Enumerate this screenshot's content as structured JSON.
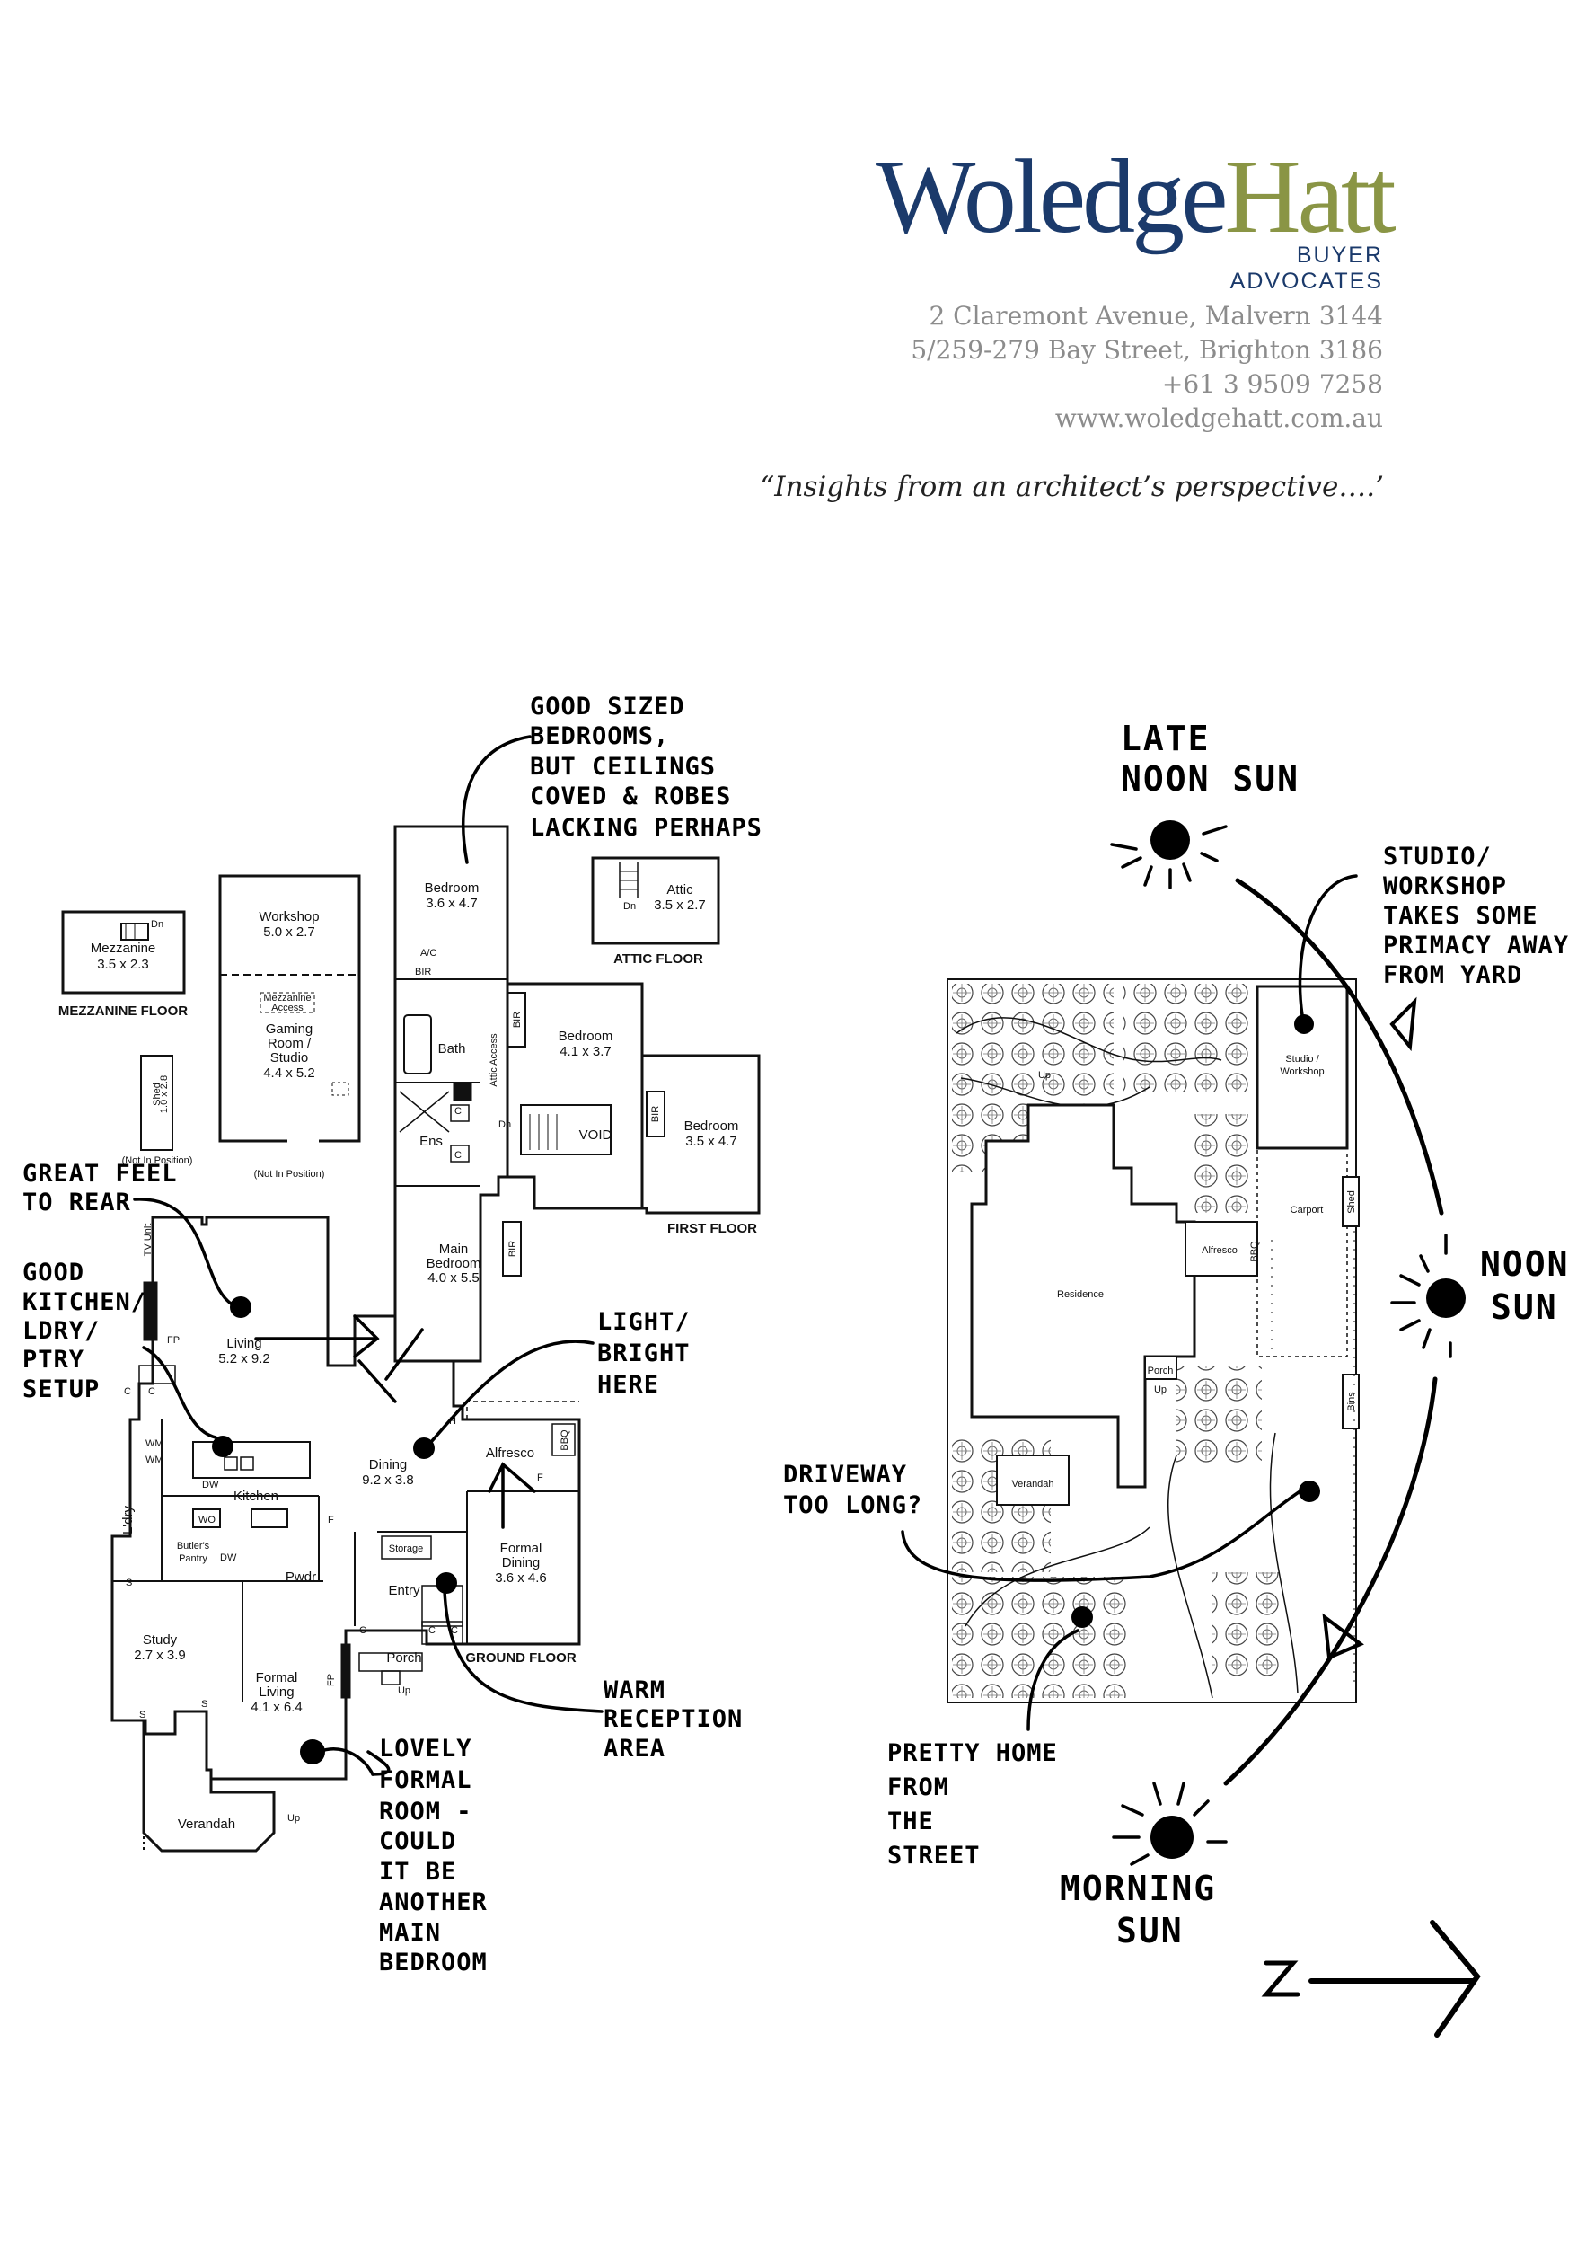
{
  "header": {
    "logo_part1": "Woledge",
    "logo_part2": "Hatt",
    "logo_sub": "BUYER ADVOCATES",
    "address1": "2 Claremont Avenue, Malvern 3144",
    "address2": "5/259-279 Bay Street, Brighton 3186",
    "phone": "+61 3 9509 7258",
    "website": "www.woledgehatt.com.au",
    "tagline": "“Insights from an architect’s perspective….’",
    "colors": {
      "navy": "#1b3a6b",
      "olive": "#8a9545",
      "grey": "#8c8c8c"
    }
  },
  "floorplan": {
    "floor_labels": {
      "mezzanine": "MEZZANINE FLOOR",
      "attic": "ATTIC FLOOR",
      "first": "FIRST FLOOR",
      "ground": "GROUND FLOOR"
    },
    "rooms": {
      "mezzanine": {
        "name": "Mezzanine",
        "size": "3.5 x 2.3"
      },
      "workshop": {
        "name": "Workshop",
        "size": "5.0 x 2.7"
      },
      "gaming_line1": "Gaming",
      "gaming_line2": "Room /",
      "gaming_line3": "Studio",
      "gaming_size": "4.4 x 5.2",
      "mezz_access1": "Mezzanine",
      "mezz_access2": "Access",
      "shed": {
        "name": "Shed",
        "size": "1.0 x 2.8"
      },
      "not_in_position": "(Not In Position)",
      "bedroom1": {
        "name": "Bedroom",
        "size": "3.6 x 4.7"
      },
      "bedroom2": {
        "name": "Bedroom",
        "size": "4.1 x 3.7"
      },
      "bedroom3": {
        "name": "Bedroom",
        "size": "3.5 x 4.7"
      },
      "attic": {
        "name": "Attic",
        "size": "3.5 x 2.7"
      },
      "main_bedroom1": "Main",
      "main_bedroom2": "Bedroom",
      "main_bedroom_size": "4.0 x 5.5",
      "bath": "Bath",
      "ens": "Ens",
      "void": "VOID",
      "bir": "BIR",
      "ac": "A/C",
      "attic_access": "Attic Access",
      "living": {
        "name": "Living",
        "size": "5.2 x 9.2"
      },
      "kitchen": "Kitchen",
      "dining": {
        "name": "Dining",
        "size": "9.2 x 3.8"
      },
      "alfresco": "Alfresco",
      "bbq": "BBQ",
      "formal_dining1": "Formal",
      "formal_dining2": "Dining",
      "formal_dining_size": "3.6 x 4.6",
      "ldry": "L'dry",
      "butlers1": "Butler's",
      "butlers2": "Pantry",
      "pwdr": "Pwdr",
      "storage": "Storage",
      "entry": "Entry",
      "study": {
        "name": "Study",
        "size": "2.7 x 3.9"
      },
      "formal_living1": "Formal",
      "formal_living2": "Living",
      "formal_living_size": "4.1 x 6.4",
      "porch": "Porch",
      "verandah": "Verandah",
      "up": "Up",
      "dn": "Dn",
      "tv_unit": "TV Unit",
      "fp": "FP",
      "wo": "WO",
      "dw": "DW",
      "wm": "WM",
      "c": "C",
      "h": "H",
      "s": "S",
      "f": "F"
    }
  },
  "siteplan": {
    "residence": "Residence",
    "studio1": "Studio /",
    "studio2": "Workshop",
    "carport": "Carport",
    "alfresco": "Alfresco",
    "bbq": "BBQ",
    "shed": "Shed",
    "bins": "Bins",
    "porch": "Porch",
    "verandah": "Verandah",
    "up": "Up"
  },
  "annotations": {
    "bedrooms": [
      "GOOD SIZED",
      "BEDROOMS,",
      "BUT CEILINGS",
      "COVED & ROBES",
      "LACKING PERHAPS"
    ],
    "great_feel": [
      "GREAT FEEL",
      "TO REAR"
    ],
    "good_kitchen": [
      "GOOD",
      "KITCHEN/",
      "LDRY/",
      "PTRY",
      "SETUP"
    ],
    "light_bright": [
      "LIGHT/",
      "BRIGHT",
      "HERE"
    ],
    "warm_reception": [
      "WARM",
      "RECEPTION",
      "AREA"
    ],
    "lovely_formal": [
      "LOVELY",
      "FORMAL",
      "ROOM -",
      "COULD",
      "IT BE",
      "ANOTHER",
      "MAIN",
      "BEDROOM"
    ],
    "late_noon_sun": [
      "LATE",
      "NOON SUN"
    ],
    "studio_workshop": [
      "STUDIO/",
      "WORKSHOP",
      "TAKES SOME",
      "PRIMACY AWAY",
      "FROM YARD"
    ],
    "noon_sun": [
      "NOON",
      "SUN"
    ],
    "driveway": [
      "DRIVEWAY",
      "TOO LONG?"
    ],
    "pretty_home": [
      "PRETTY HOME",
      "FROM",
      "THE",
      "STREET"
    ],
    "morning_sun": [
      "MORNING",
      "SUN"
    ],
    "north": "N"
  }
}
